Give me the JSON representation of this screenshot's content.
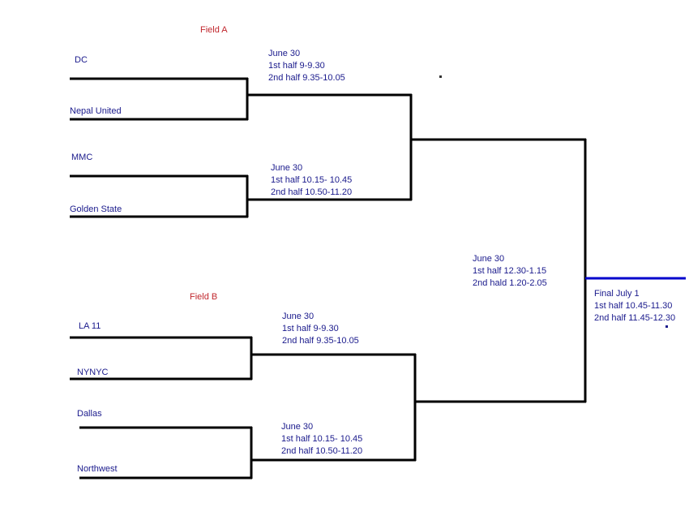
{
  "fields": {
    "field_a_label": "Field A",
    "field_b_label": "Field B",
    "field_color": "#c1272d"
  },
  "line_colors": {
    "bracket": "#000000",
    "final": "#0000cc",
    "text": "#1a1a8c"
  },
  "teams": {
    "dc": "DC",
    "nepal_united": "Nepal United",
    "mmc": "MMC",
    "golden_state": "Golden State",
    "la_11": "LA 11",
    "nynyc": "NYNYC",
    "dallas": "Dallas",
    "northwest": "Northwest"
  },
  "matches": {
    "qf_a1": {
      "date": "June 30",
      "first_half": "1st half 9-9.30",
      "second_half": "2nd half 9.35-10.05"
    },
    "qf_a2": {
      "date": "June 30",
      "first_half": "1st half 10.15- 10.45",
      "second_half": "2nd half 10.50-11.20"
    },
    "qf_b1": {
      "date": "June 30",
      "first_half": "1st half 9-9.30",
      "second_half": "2nd half 9.35-10.05"
    },
    "qf_b2": {
      "date": "June 30",
      "first_half": "1st half 10.15- 10.45",
      "second_half": "2nd half 10.50-11.20"
    },
    "semifinal": {
      "date": "June 30",
      "first_half": "1st half 12.30-1.15",
      "second_half": "2nd hald 1.20-2.05"
    },
    "final": {
      "date": "Final July 1",
      "first_half": "1st half 10.45-11.30",
      "second_half": "2nd half 11.45-12.30"
    }
  }
}
